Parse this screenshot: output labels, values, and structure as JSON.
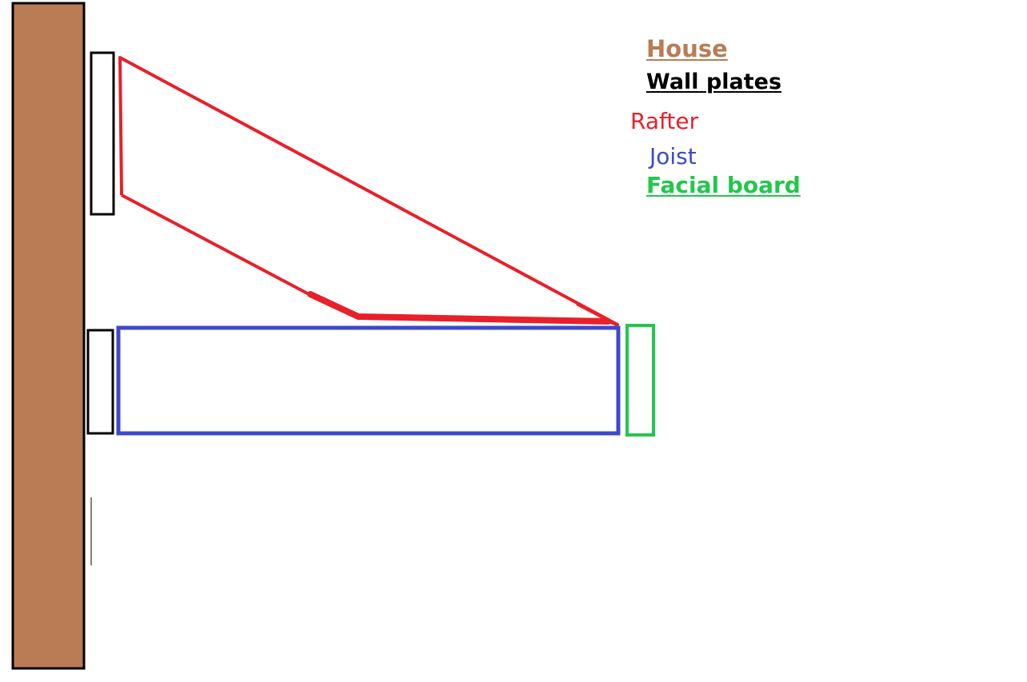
{
  "legend": {
    "house": "House",
    "wall_plates": "Wall plates",
    "rafter": "Rafter",
    "joist": "Joist",
    "facial_board": "Facial board"
  },
  "colors": {
    "house": "#B97C55",
    "wall_plates": "#000000",
    "rafter": "#E8202A",
    "joist": "#3F48CC",
    "facial_board": "#22C74C"
  }
}
